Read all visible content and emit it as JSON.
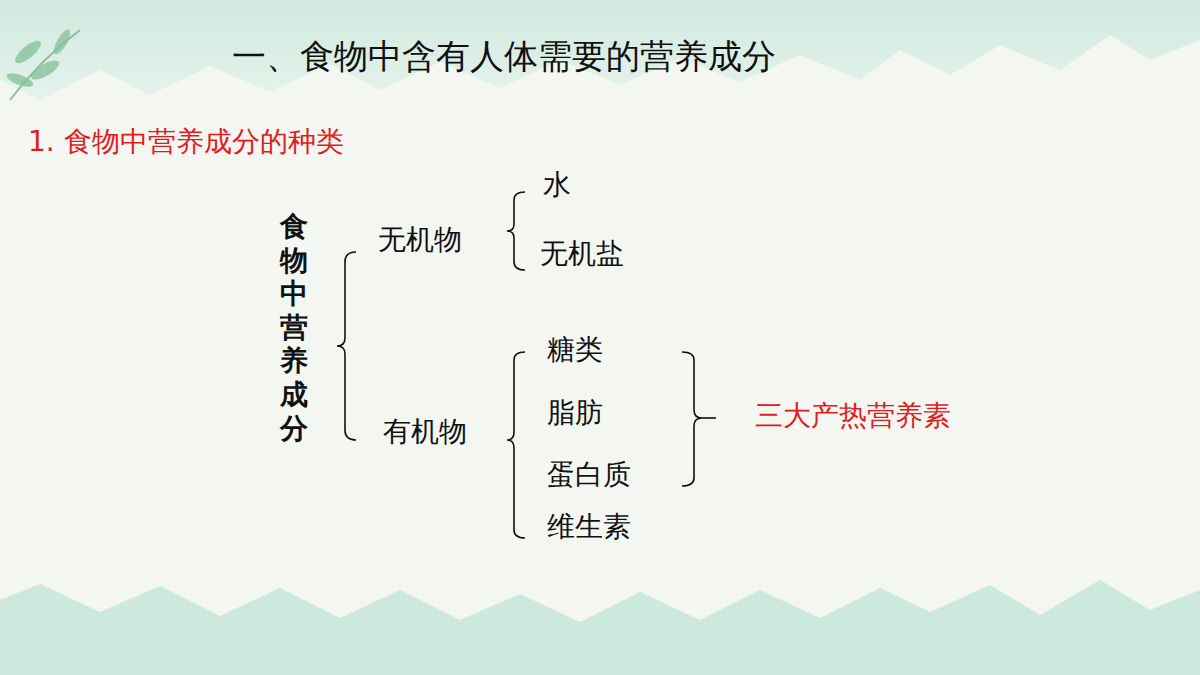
{
  "diagram": {
    "title": "一、食物中含有人体需要的营养成分",
    "labels": [
      "1. 食物中营养成分的种类",
      "食物中营养成分",
      "无机物",
      "水",
      "无机盐",
      "有机物",
      "糖类",
      "脂肪",
      "蛋白质",
      "维生素",
      "三大产热营养素"
    ]
  }
}
